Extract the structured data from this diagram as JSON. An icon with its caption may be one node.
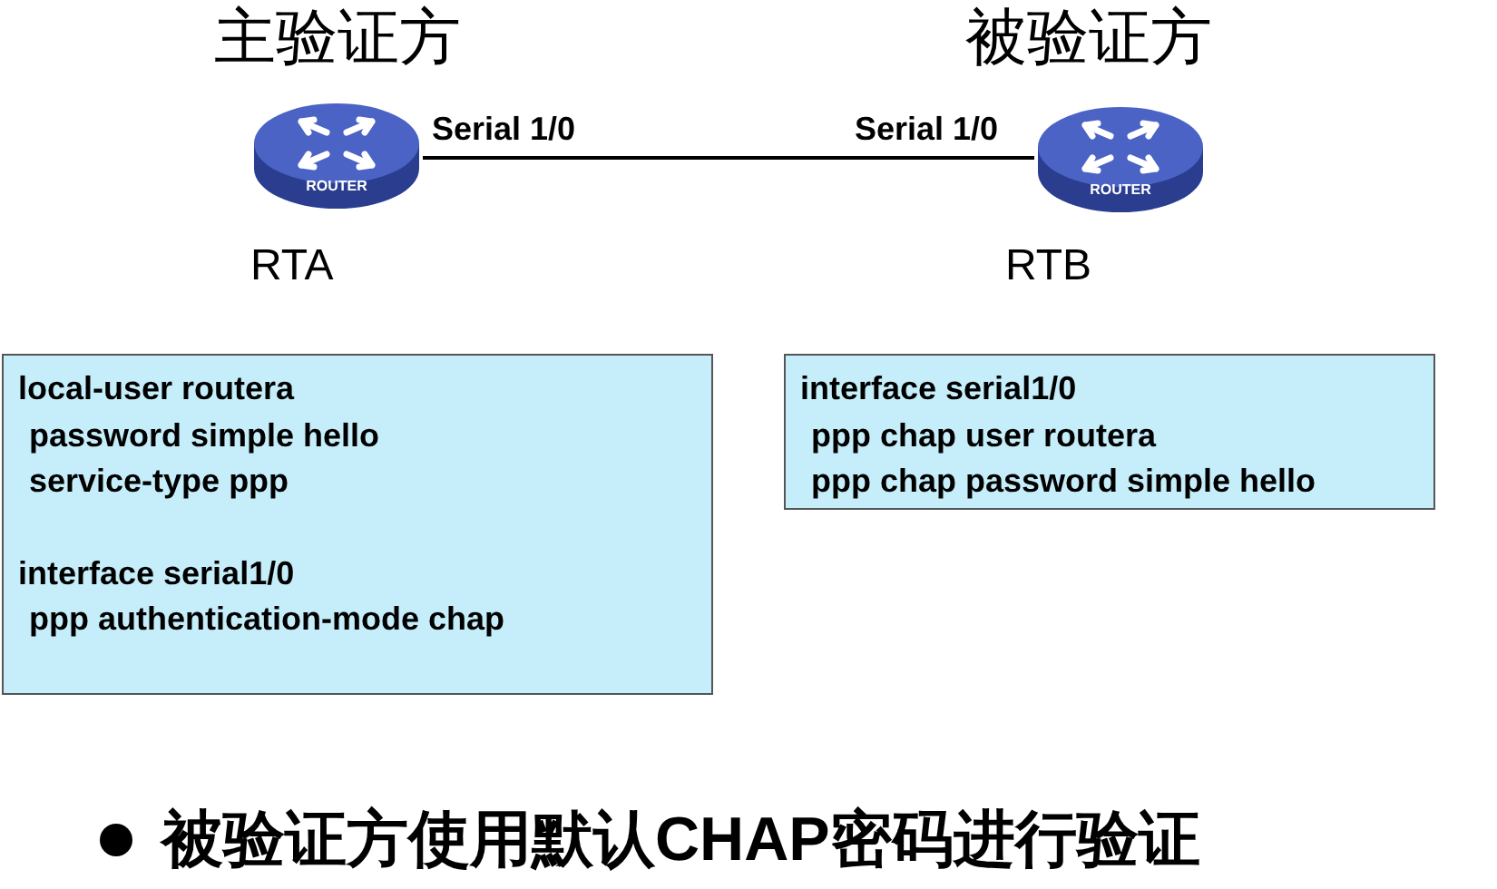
{
  "diagram": {
    "nodes": [
      {
        "text": [
          "ROUTER"
        ],
        "beside": [
          "主验证方",
          "RTA"
        ]
      },
      {
        "text": [
          "ROUTER"
        ],
        "beside": [
          "被验证方",
          "RTB"
        ]
      },
      {
        "text": [
          "local-user routera",
          "password simple hello",
          "service-type ppp",
          "interface serial1/0",
          "ppp authentication-mode chap"
        ]
      },
      {
        "text": [
          "interface serial1/0",
          "ppp chap user routera",
          "ppp chap password simple hello"
        ]
      }
    ],
    "edges": [
      {
        "from": 0,
        "to": 1,
        "arrow": "none"
      }
    ],
    "labels": [
      "Serial 1/0",
      "Serial 1/0",
      "被验证方使用默认CHAP密码进行验证"
    ]
  }
}
